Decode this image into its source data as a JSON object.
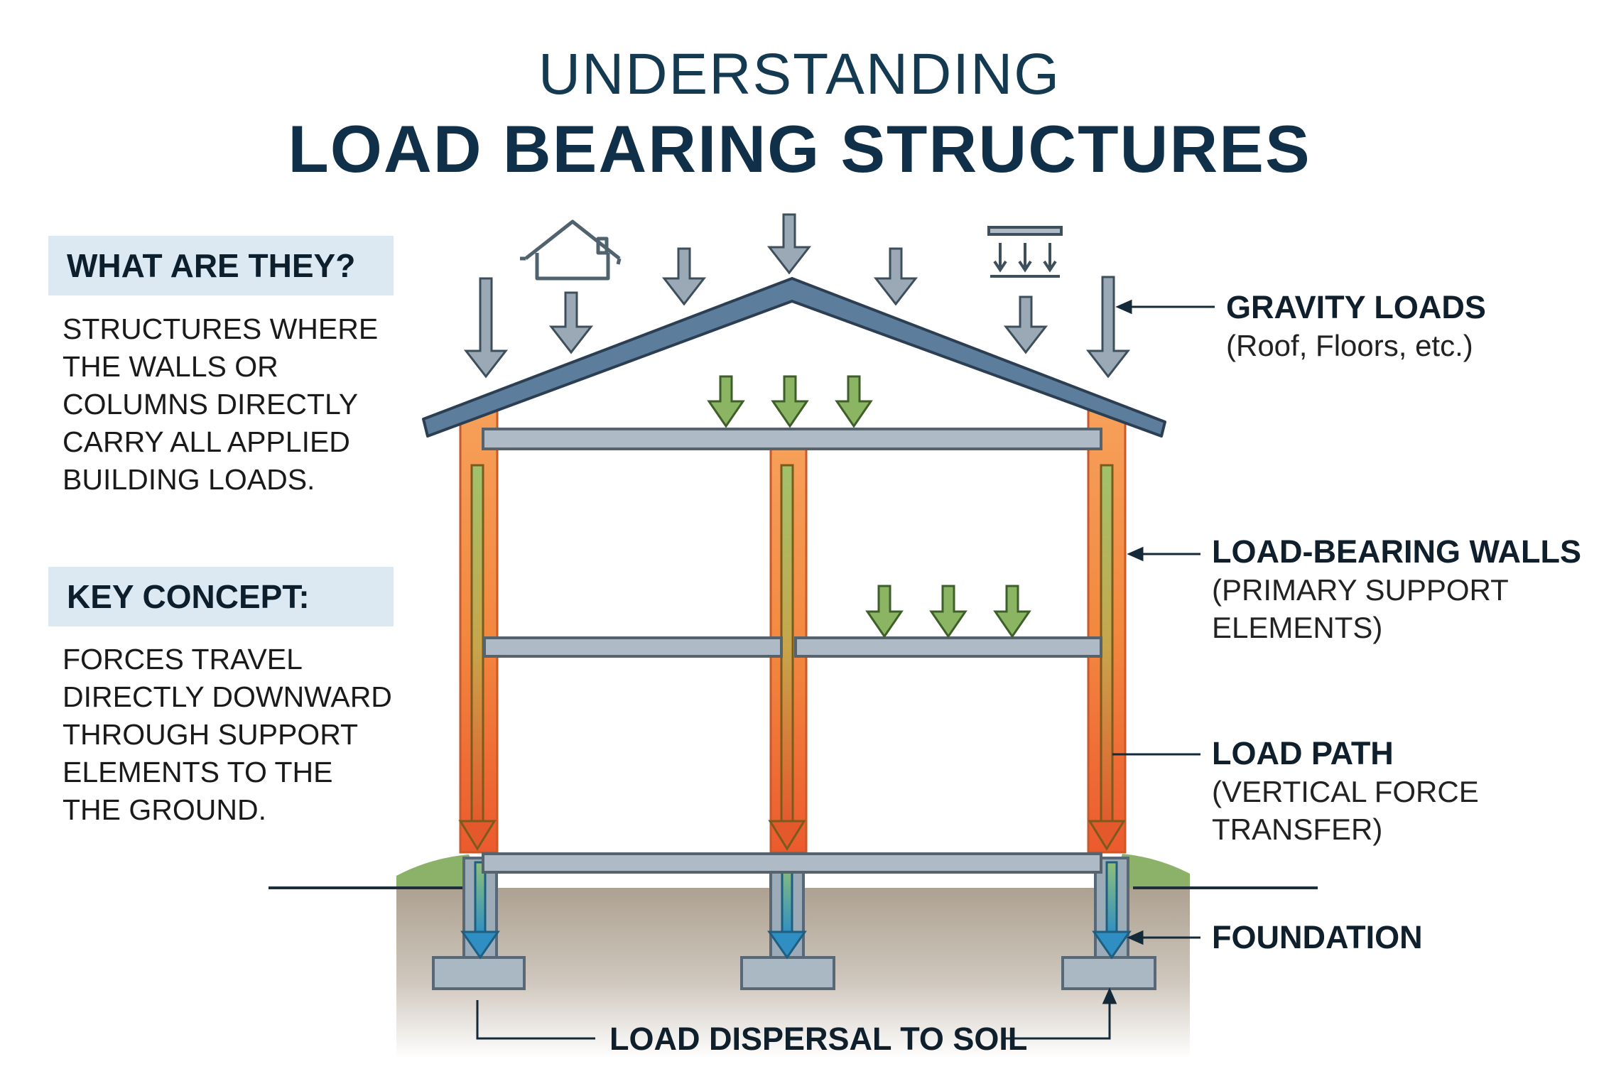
{
  "title": {
    "top": "UNDERSTANDING",
    "main": "LOAD BEARING STRUCTURES"
  },
  "what": {
    "heading": "WHAT ARE THEY?",
    "lines": [
      "STRUCTURES WHERE",
      "THE WALLS OR",
      "COLUMNS DIRECTLY",
      "CARRY ALL APPLIED",
      "BUILDING LOADS."
    ]
  },
  "key": {
    "heading": "KEY CONCEPT:",
    "lines": [
      "FORCES TRAVEL",
      "DIRECTLY DOWNWARD",
      "THROUGH SUPPORT",
      "ELEMENTS TO THE",
      "THE GROUND."
    ]
  },
  "labels": {
    "gravity": {
      "heading": "GRAVITY LOADS",
      "lines": [
        "(Roof, Floors, etc.)"
      ]
    },
    "walls": {
      "heading": "LOAD-BEARING WALLS",
      "lines": [
        "(PRIMARY SUPPORT",
        "ELEMENTS)"
      ]
    },
    "path": {
      "heading": "LOAD PATH",
      "lines": [
        "(VERTICAL FORCE",
        "TRANSFER)"
      ]
    },
    "foundation": {
      "heading": "FOUNDATION",
      "lines": []
    },
    "dispersal": {
      "heading": "LOAD DISPERSAL TO SOIL"
    }
  },
  "icons": [
    "house-icon",
    "distributed-load-icon"
  ],
  "colors": {
    "navy": "#103049",
    "roof": "#5c7d9c",
    "slab": "#aebbc6",
    "wall_orange": "#f07a3a",
    "load_green": "#8bb463",
    "gravity_gray": "#9aa9b5",
    "ground": "#b0a494",
    "grass": "#8cb26a",
    "foundation_teal": "#3a9ac0"
  }
}
